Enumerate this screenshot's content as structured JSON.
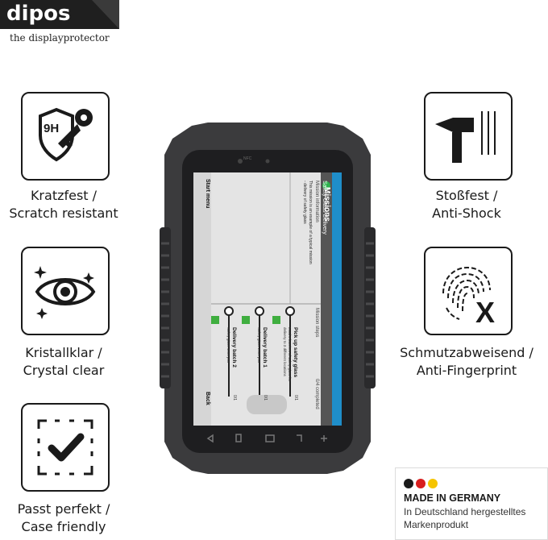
{
  "brand": {
    "name": "dipos",
    "tagline": "the displayprotector"
  },
  "features": [
    {
      "id": "scratch",
      "icon": "shield-key-9h-icon",
      "icon_text": "9H",
      "line1": "Kratzfest /",
      "line2": "Scratch resistant"
    },
    {
      "id": "clear",
      "icon": "eye-sparkle-icon",
      "line1": "Kristallklar /",
      "line2": "Crystal clear"
    },
    {
      "id": "case",
      "icon": "checkmark-frame-icon",
      "line1": "Passt perfekt /",
      "line2": "Case friendly"
    },
    {
      "id": "shock",
      "icon": "hammer-icon",
      "line1": "Stoßfest /",
      "line2": "Anti-Shock"
    },
    {
      "id": "fingerprint",
      "icon": "fingerprint-x-icon",
      "icon_text": "X",
      "line1": "Schmutzabweisend /",
      "line2": "Anti-Fingerprint"
    }
  ],
  "made_in_germany": {
    "title": "MADE IN GERMANY",
    "line2": "In Deutschland hergestelltes",
    "line3": "Markenprodukt",
    "colors": [
      "#1a1a1a",
      "#d81e1e",
      "#f5c400"
    ]
  },
  "device_screen": {
    "app_title": "Missions",
    "subtitle": "Safety Glass Delivery",
    "info_heading": "Mission information",
    "info_text_1": "This mission is an example of a typical mission",
    "info_text_2": "- delivery of safety glass",
    "steps_heading": "Mission steps",
    "steps_count": "0/4 completed",
    "steps": [
      {
        "title": "Pick up safety glass",
        "detail_1": "Load 3 batches of safety glass for",
        "detail_2": "delivery to 3 different locations",
        "progress": "0/1"
      },
      {
        "title": "Delivery batch 1",
        "detail_1": "Safety glass 2500 pcs",
        "detail_2": "",
        "progress": "0/1"
      },
      {
        "title": "Delivery batch 2",
        "detail_1": "Safety glass 4000 pcs",
        "detail_2": "",
        "progress": "0/1"
      }
    ],
    "start_button": "Start menu",
    "back_button": "Back",
    "nfc_label": "NFC"
  }
}
